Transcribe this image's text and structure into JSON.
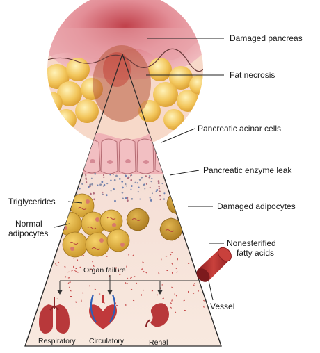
{
  "labels": {
    "damaged_pancreas": "Damaged pancreas",
    "fat_necrosis": "Fat necrosis",
    "acinar_cells": "Pancreatic acinar cells",
    "enzyme_leak": "Pancreatic enzyme leak",
    "triglycerides": "Triglycerides",
    "damaged_adipocytes": "Damaged adipocytes",
    "normal_adipocytes_line1": "Normal",
    "normal_adipocytes_line2": "adipocytes",
    "nefa_line1": "Nonesterified",
    "nefa_line2": "fatty acids",
    "organ_failure": "Organ failure",
    "vessel": "Vessel",
    "respiratory": "Respiratory",
    "circulatory": "Circulatory",
    "renal": "Renal"
  },
  "icons": {
    "lungs": "lungs-icon",
    "heart": "heart-icon",
    "kidney": "kidney-icon"
  },
  "colors": {
    "pancreas_pink": "#e8a0a8",
    "fat_yellow": "#f2c55a",
    "triangle_bg": "#f6e2d6",
    "adipocyte": "#e0b23e",
    "damaged_adipocyte": "#c99a30",
    "vessel_red": "#b5322f",
    "organ_red": "#b8383a",
    "fatty_acid_dot": "#c64a4a"
  }
}
